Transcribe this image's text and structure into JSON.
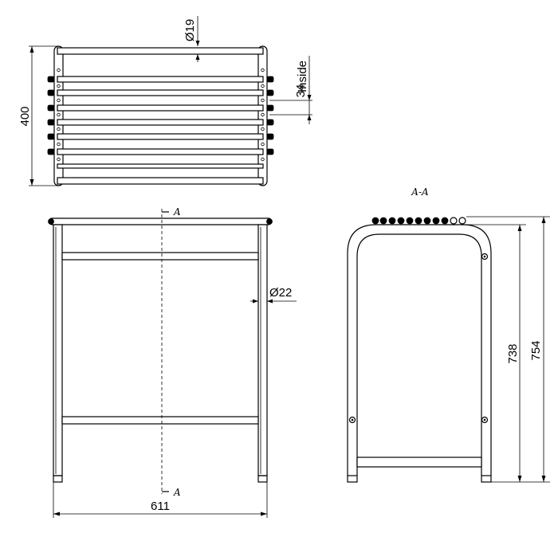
{
  "top_view": {
    "dim_depth": "400",
    "dim_tube_top": "Ø19",
    "dim_gap": "34",
    "dim_gap_note": "Inside"
  },
  "front_view": {
    "dim_width": "611",
    "dim_leg": "Ø22",
    "section_mark_top": "A",
    "section_mark_bottom": "A"
  },
  "section_view": {
    "title": "A-A",
    "dim_inner_height": "738",
    "dim_total_height": "754"
  }
}
